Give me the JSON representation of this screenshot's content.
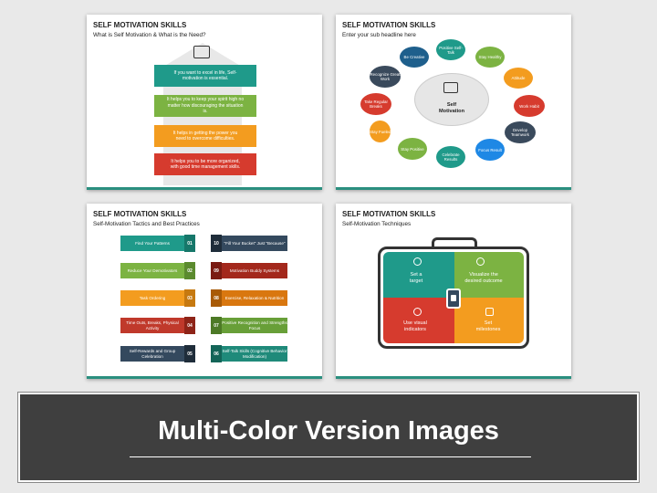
{
  "slides": [
    {
      "title": "SELF MOTIVATION SKILLS",
      "subtitle": "What is Self Motivation & What is the Need?",
      "ribbons": [
        {
          "text": "If you want to excel in life, Self-motivation is essential.",
          "color": "#1f9a8a"
        },
        {
          "text": "It helps you to keep your spirit high no matter how discouraging the situation is.",
          "color": "#7cb342"
        },
        {
          "text": "It helps in getting the power you need to overcome difficulties.",
          "color": "#f39c1f"
        },
        {
          "text": "It helps you to be more organized, with good time management skills.",
          "color": "#d63b2e"
        }
      ]
    },
    {
      "title": "SELF MOTIVATION SKILLS",
      "subtitle": "Enter your sub headline here",
      "center": "Self Motivation",
      "bubbles": [
        {
          "text": "Positive Self-Talk",
          "color": "#1f9a8a"
        },
        {
          "text": "Stay Healthy",
          "color": "#7cb342"
        },
        {
          "text": "Attitude",
          "color": "#f39c1f"
        },
        {
          "text": "Work Habit",
          "color": "#d63b2e"
        },
        {
          "text": "Develop Teamwork",
          "color": "#3a4a5c"
        },
        {
          "text": "Focus Result",
          "color": "#1e88e5"
        },
        {
          "text": "Celebrate Results",
          "color": "#1f9a8a"
        },
        {
          "text": "Stay Positive",
          "color": "#7cb342"
        },
        {
          "text": "Stay Fueled",
          "color": "#f39c1f"
        },
        {
          "text": "Take Regular Breaks",
          "color": "#d63b2e"
        },
        {
          "text": "Recognize Great Work",
          "color": "#3a4a5c"
        },
        {
          "text": "Be Creative",
          "color": "#1e5f8c"
        }
      ]
    },
    {
      "title": "SELF MOTIVATION SKILLS",
      "subtitle": "Self-Motivation Tactics and Best Practices",
      "left": [
        {
          "n": "01",
          "text": "Find Your Patterns",
          "color": "#1f9a8a"
        },
        {
          "n": "02",
          "text": "Reduce Your Demotivators",
          "color": "#7cb342"
        },
        {
          "n": "03",
          "text": "Task Ordering",
          "color": "#f39c1f"
        },
        {
          "n": "04",
          "text": "Time Outs, Breaks, Physical Activity",
          "color": "#c0392b"
        },
        {
          "n": "05",
          "text": "Self-Rewards and Group Celebration",
          "color": "#34495e"
        }
      ],
      "right": [
        {
          "n": "10",
          "text": "\"Fill Your Bucket\" Just \"Because\"",
          "color": "#34495e"
        },
        {
          "n": "09",
          "text": "Motivation Buddy Systems",
          "color": "#a3281c"
        },
        {
          "n": "08",
          "text": "Exercise, Relaxation & Nutrition",
          "color": "#d9770f"
        },
        {
          "n": "07",
          "text": "Positive Recognition and Strengths Focus",
          "color": "#689f38"
        },
        {
          "n": "06",
          "text": "Self-Talk Skills (Cognitive Behavior Modification)",
          "color": "#1f8a7a"
        }
      ]
    },
    {
      "title": "SELF MOTIVATION SKILLS",
      "subtitle": "Self-Motivation Techniques",
      "quads": [
        {
          "text": "Set a target",
          "color": "#1f9a8a"
        },
        {
          "text": "Visualize the desired outcome",
          "color": "#7cb342"
        },
        {
          "text": "Use visual indicators",
          "color": "#d63b2e"
        },
        {
          "text": "Set milestones",
          "color": "#f39c1f"
        }
      ]
    }
  ],
  "banner": {
    "title": "Multi-Color Version Images"
  }
}
